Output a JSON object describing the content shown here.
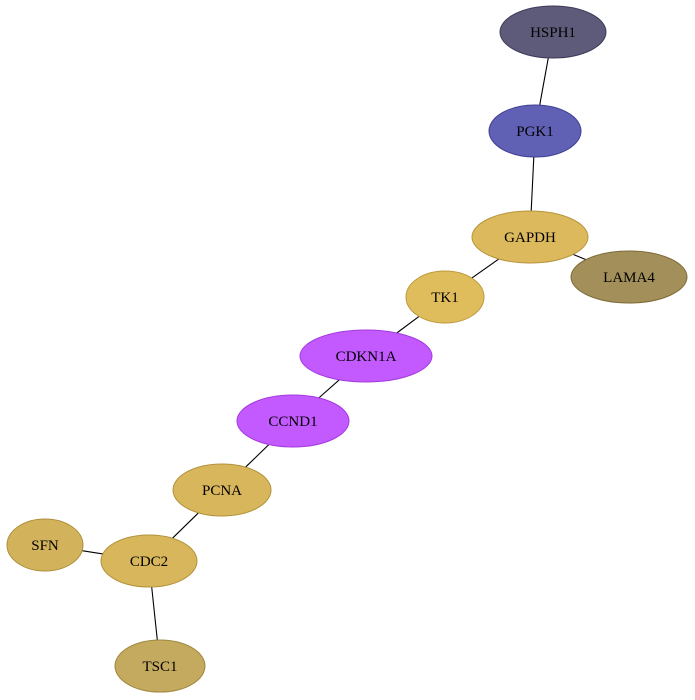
{
  "nodes": [
    {
      "id": "HSPH1",
      "label": "HSPH1",
      "fill": "#5e5b7a",
      "stroke": "#3e3b5a"
    },
    {
      "id": "PGK1",
      "label": "PGK1",
      "fill": "#6060b4",
      "stroke": "#3f3f94"
    },
    {
      "id": "GAPDH",
      "label": "GAPDH",
      "fill": "#dcb95c",
      "stroke": "#b8953c"
    },
    {
      "id": "LAMA4",
      "label": "LAMA4",
      "fill": "#a38f5a",
      "stroke": "#7f6b3a"
    },
    {
      "id": "TK1",
      "label": "TK1",
      "fill": "#e0bd5c",
      "stroke": "#bc993c"
    },
    {
      "id": "CDKN1A",
      "label": "CDKN1A",
      "fill": "#c35aff",
      "stroke": "#a33adf"
    },
    {
      "id": "CCND1",
      "label": "CCND1",
      "fill": "#c35aff",
      "stroke": "#a33adf"
    },
    {
      "id": "PCNA",
      "label": "PCNA",
      "fill": "#d7b65c",
      "stroke": "#b3923c"
    },
    {
      "id": "SFN",
      "label": "SFN",
      "fill": "#d2b35c",
      "stroke": "#ae8f3c"
    },
    {
      "id": "CDC2",
      "label": "CDC2",
      "fill": "#d7b65c",
      "stroke": "#b3923c"
    },
    {
      "id": "TSC1",
      "label": "TSC1",
      "fill": "#c4aa5e",
      "stroke": "#a0863e"
    }
  ],
  "edges": [
    [
      "HSPH1",
      "PGK1"
    ],
    [
      "PGK1",
      "GAPDH"
    ],
    [
      "GAPDH",
      "LAMA4"
    ],
    [
      "GAPDH",
      "TK1"
    ],
    [
      "TK1",
      "CDKN1A"
    ],
    [
      "CDKN1A",
      "CCND1"
    ],
    [
      "CCND1",
      "PCNA"
    ],
    [
      "PCNA",
      "CDC2"
    ],
    [
      "SFN",
      "CDC2"
    ],
    [
      "CDC2",
      "TSC1"
    ]
  ]
}
